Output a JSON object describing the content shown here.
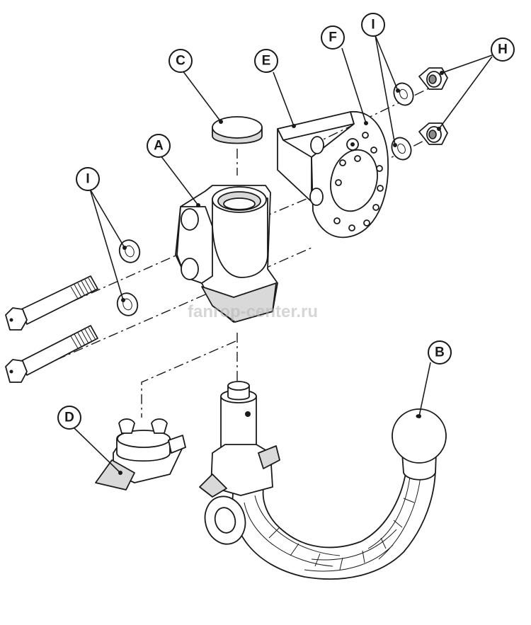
{
  "diagram": {
    "watermark": "fanrop-center.ru",
    "callouts": {
      "A": "A",
      "B": "B",
      "C": "C",
      "D": "D",
      "E": "E",
      "F": "F",
      "H": "H",
      "I_top": "I",
      "I_left": "I"
    }
  }
}
